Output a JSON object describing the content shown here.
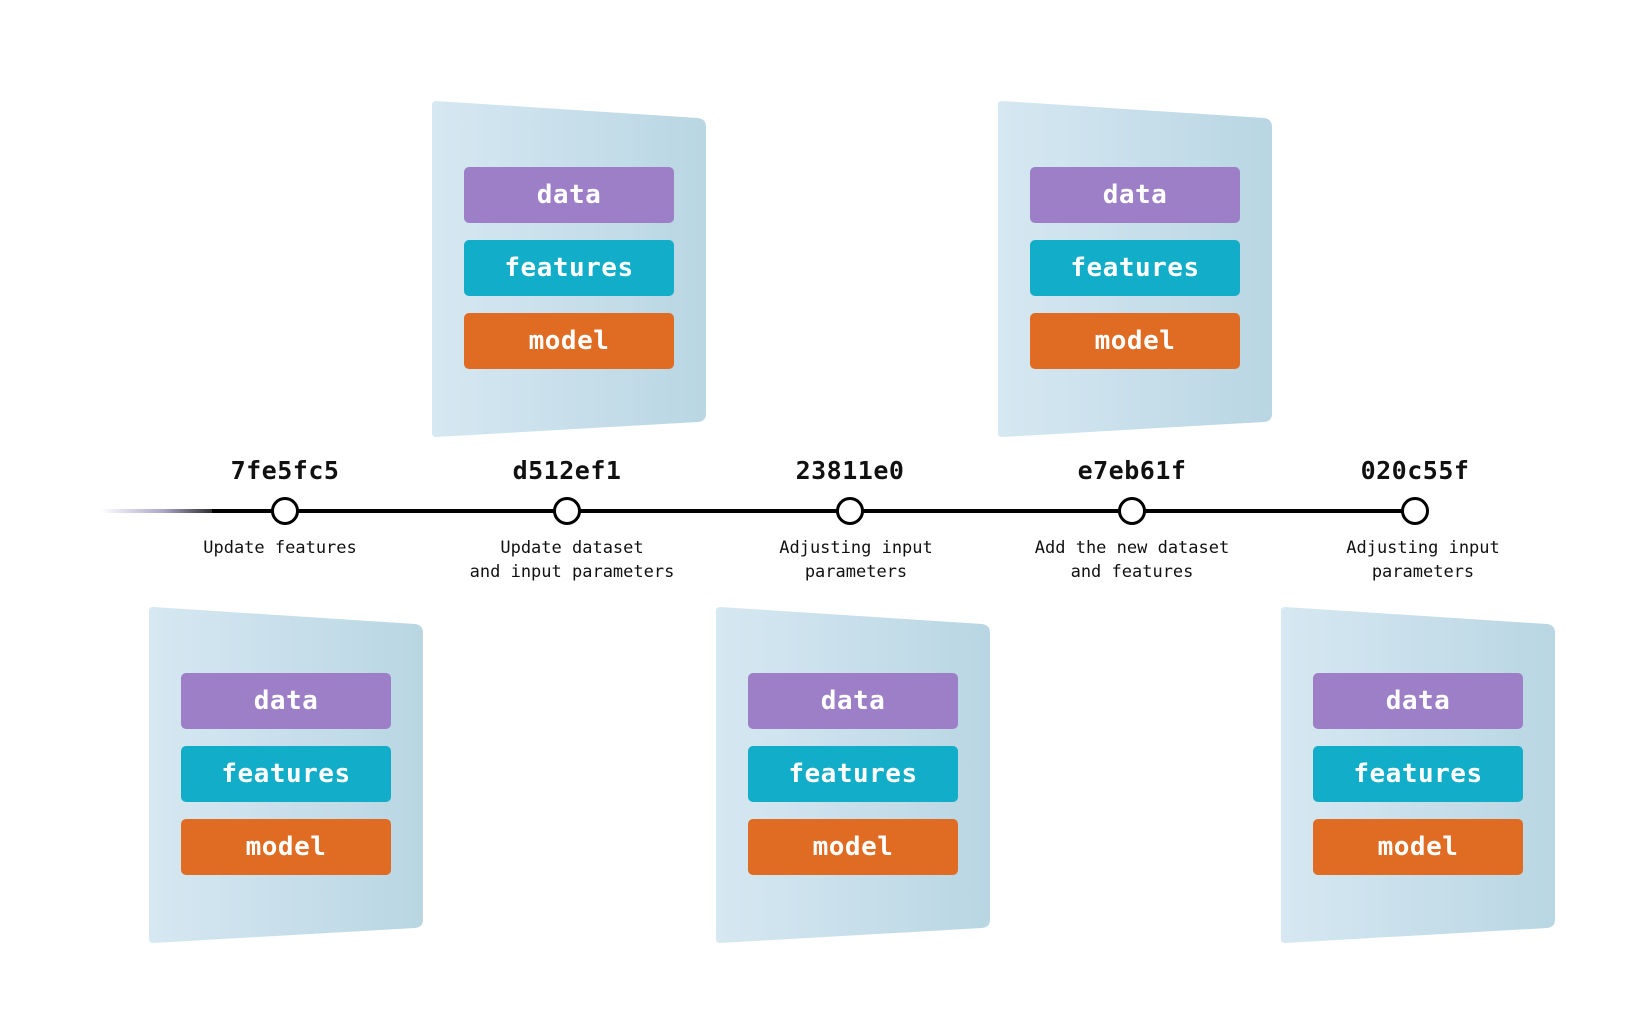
{
  "commits": [
    {
      "hash": "7fe5fc5",
      "message_lines": [
        "Update features"
      ],
      "card": {
        "position": "below",
        "blocks": [
          "data",
          "features",
          "model"
        ]
      }
    },
    {
      "hash": "d512ef1",
      "message_lines": [
        "Update dataset",
        "and input parameters"
      ],
      "card": {
        "position": "above",
        "blocks": [
          "data",
          "features",
          "model"
        ]
      }
    },
    {
      "hash": "23811e0",
      "message_lines": [
        "Adjusting input",
        "parameters"
      ],
      "card": {
        "position": "below",
        "blocks": [
          "data",
          "features",
          "model"
        ]
      }
    },
    {
      "hash": "e7eb61f",
      "message_lines": [
        "Add the new dataset",
        "and features"
      ],
      "card": {
        "position": "above",
        "blocks": [
          "data",
          "features",
          "model"
        ]
      }
    },
    {
      "hash": "020c55f",
      "message_lines": [
        "Adjusting input",
        "parameters"
      ],
      "card": {
        "position": "below",
        "blocks": [
          "data",
          "features",
          "model"
        ]
      }
    }
  ],
  "colors": {
    "data": "#9d7fc7",
    "features": "#12adc8",
    "model": "#e06b22",
    "card_light": "#d6e8f2",
    "card_dark": "#b9d6e3",
    "line": "#000000"
  }
}
